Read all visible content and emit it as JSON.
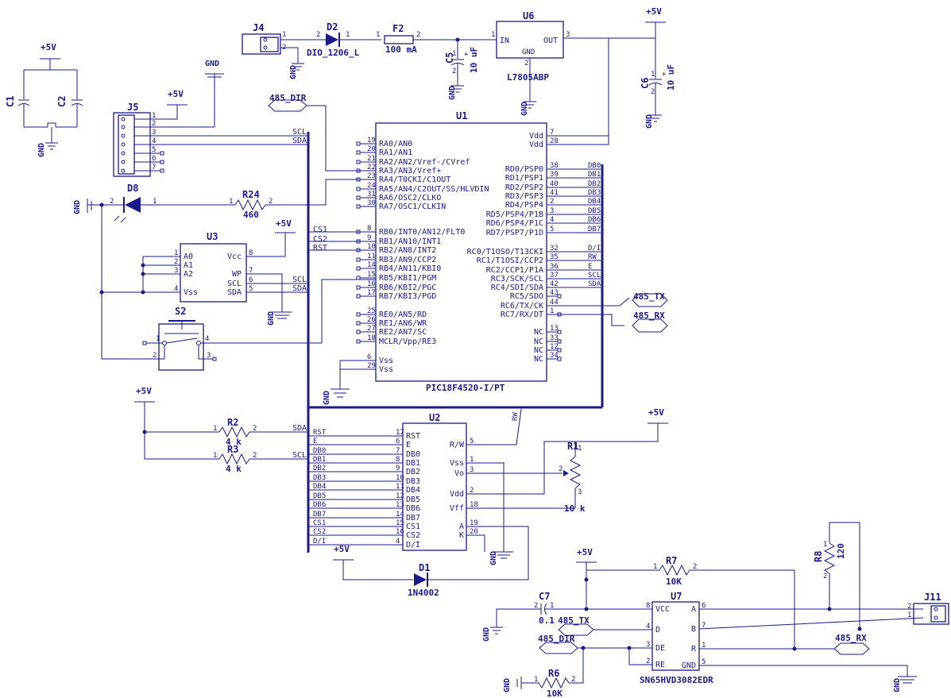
{
  "power": {
    "vcc": "+5V",
    "gnd": "GND"
  },
  "u1": {
    "ref": "U1",
    "value": "PIC18F4520-I/PT",
    "left_pins": [
      [
        "19",
        "RA0/AN0"
      ],
      [
        "20",
        "RA1/AN1"
      ],
      [
        "21",
        "RA2/AN2/Vref-/CVref"
      ],
      [
        "22",
        "RA3/AN3/Vref+"
      ],
      [
        "23",
        "RA4/T0CKI/C1OUT"
      ],
      [
        "24",
        "RA5/AN4/C2OUT/SS/HLVDIN"
      ],
      [
        "31",
        "RA6/OSC2/CLKO"
      ],
      [
        "30",
        "RA7/OSC1/CLKIN"
      ],
      [
        "8",
        "RB0/INT0/AN12/FLT0"
      ],
      [
        "9",
        "RB1/AN10/INT1"
      ],
      [
        "10",
        "RB2/AN8/INT2"
      ],
      [
        "11",
        "RB3/AN9/CCP2"
      ],
      [
        "14",
        "RB4/AN11/KBI0"
      ],
      [
        "15",
        "RB5/KBI1/PGM"
      ],
      [
        "16",
        "RB6/KBI2/PGC"
      ],
      [
        "17",
        "RB7/KBI3/PGD"
      ],
      [
        "25",
        "RE0/AN5/RD"
      ],
      [
        "26",
        "RE1/AN6/WR"
      ],
      [
        "27",
        "RE2/AN7/SC"
      ],
      [
        "18",
        "MCLR/Vpp/RE3"
      ],
      [
        "6",
        "Vss"
      ],
      [
        "29",
        "Vss"
      ]
    ],
    "right_pins": [
      [
        "7",
        "Vdd",
        ""
      ],
      [
        "28",
        "Vdd",
        ""
      ],
      [
        "38",
        "RD0/PSP0",
        "DB0"
      ],
      [
        "39",
        "RD1/PSP1",
        "DB1"
      ],
      [
        "40",
        "RD2/PSP2",
        "DB2"
      ],
      [
        "41",
        "RD3/PSP3",
        "DB3"
      ],
      [
        "2",
        "RD4/PSP4",
        "DB4"
      ],
      [
        "3",
        "RD5/PSP4/P1B",
        "DB5"
      ],
      [
        "4",
        "RD6/PSP4/P1C",
        "DB6"
      ],
      [
        "5",
        "RD7/PSP7/P1D",
        "DB7"
      ],
      [
        "32",
        "RC0/T1OSO/T13CKI",
        "D/I"
      ],
      [
        "35",
        "RC1/T1OSI/CCP2",
        "RW"
      ],
      [
        "36",
        "RC2/CCP1/P1A",
        "E"
      ],
      [
        "37",
        "RC3/SCK/SCL",
        "SCL"
      ],
      [
        "42",
        "RC4/SDI/SDA",
        "SDA"
      ],
      [
        "43",
        "RC5/SDO",
        ""
      ],
      [
        "44",
        "RC6/TX/CK",
        ""
      ],
      [
        "1",
        "RC7/RX/DT",
        ""
      ],
      [
        "13",
        "NC",
        ""
      ],
      [
        "33",
        "NC",
        ""
      ],
      [
        "12",
        "NC",
        ""
      ],
      [
        "34",
        "NC",
        ""
      ]
    ],
    "left_nets": [
      {
        "label": "CS1",
        "pin": "8"
      },
      {
        "label": "CS2",
        "pin": "9"
      },
      {
        "label": "RST",
        "pin": "10"
      }
    ]
  },
  "u2": {
    "ref": "U2",
    "left_pins": [
      [
        "17",
        "RST",
        "RST"
      ],
      [
        "6",
        "E",
        "E"
      ],
      [
        "7",
        "DB0",
        "DB0"
      ],
      [
        "8",
        "DB1",
        "DB1"
      ],
      [
        "9",
        "DB2",
        "DB2"
      ],
      [
        "10",
        "DB3",
        "DB3"
      ],
      [
        "11",
        "DB4",
        "DB4"
      ],
      [
        "12",
        "DB5",
        "DB5"
      ],
      [
        "13",
        "DB6",
        "DB6"
      ],
      [
        "14",
        "DB7",
        "DB7"
      ],
      [
        "15",
        "CS1",
        "CS1"
      ],
      [
        "16",
        "CS2",
        "CS2"
      ],
      [
        "4",
        "D/I",
        "D/I"
      ]
    ],
    "right_pins": [
      [
        "5",
        "R/W"
      ],
      [
        "1",
        "Vss"
      ],
      [
        "3",
        "Vo"
      ],
      [
        "2",
        "Vdd"
      ],
      [
        "18",
        "Vff"
      ],
      [
        "19",
        "A"
      ],
      [
        "20",
        "K"
      ]
    ],
    "rw_net": "RW"
  },
  "u3": {
    "ref": "U3",
    "left_pins": [
      [
        "1",
        "A0"
      ],
      [
        "2",
        "A1"
      ],
      [
        "3",
        "A2"
      ],
      [
        "4",
        "Vss"
      ]
    ],
    "right_pins": [
      [
        "8",
        "Vcc",
        ""
      ],
      [
        "7",
        "WP",
        ""
      ],
      [
        "6",
        "SCL",
        "SCL"
      ],
      [
        "5",
        "SDA",
        "SDA"
      ]
    ]
  },
  "u6": {
    "ref": "U6",
    "value": "L7805ABP",
    "pin_in": "IN",
    "pin_out": "OUT",
    "pin_gnd": "GND",
    "n_in": "1",
    "n_out": "3",
    "n_gnd": "2"
  },
  "u7": {
    "ref": "U7",
    "value": "SN65HVD3082EDR",
    "left_pins": [
      [
        "8",
        "VCC"
      ],
      [
        "4",
        "D"
      ],
      [
        "3",
        "DE"
      ],
      [
        "2",
        "RE"
      ]
    ],
    "right_pins": [
      [
        "6",
        "A"
      ],
      [
        "7",
        "B"
      ],
      [
        "1",
        "R"
      ],
      [
        "5",
        "GND"
      ]
    ]
  },
  "j4": {
    "ref": "J4",
    "p1": "1",
    "p2": "2"
  },
  "j5": {
    "ref": "J5",
    "pins": [
      "1",
      "2",
      "3",
      "4",
      "5",
      "6",
      "7"
    ],
    "nets": {
      "p3": "SCL",
      "p4": "SDA"
    }
  },
  "j11": {
    "ref": "J11",
    "p1": "1",
    "p2": "2"
  },
  "d1": {
    "ref": "D1",
    "value": "1N4002"
  },
  "d2": {
    "ref": "D2",
    "value": "DIO_1206_L",
    "p1": "2",
    "p2": "1"
  },
  "d8": {
    "ref": "D8",
    "p1": "2",
    "p2": "1"
  },
  "f2": {
    "ref": "F2",
    "value": "100 mA",
    "p1": "1",
    "p2": "2"
  },
  "c1": {
    "ref": "C1"
  },
  "c2": {
    "ref": "C2"
  },
  "c5": {
    "ref": "C5",
    "value": "10 uF",
    "plus": "+",
    "p1": "1",
    "p2": "2"
  },
  "c6": {
    "ref": "C6",
    "value": "10 uF",
    "plus": "+",
    "p1": "1",
    "p2": "2"
  },
  "c7": {
    "ref": "C7",
    "value": "0.1",
    "p1": "1",
    "p2": "2"
  },
  "r1": {
    "ref": "R1",
    "value": "10 k",
    "p1": "1",
    "p2": "2",
    "p3": "3"
  },
  "r2": {
    "ref": "R2",
    "value": "4 k",
    "p1": "1",
    "p2": "2",
    "net": "SDA"
  },
  "r3": {
    "ref": "R3",
    "value": "4 k",
    "p1": "1",
    "p2": "2",
    "net": "SCL"
  },
  "r6": {
    "ref": "R6",
    "value": "10K",
    "p1": "1",
    "p2": "2"
  },
  "r7": {
    "ref": "R7",
    "value": "10K",
    "p1": "1",
    "p2": "2"
  },
  "r8": {
    "ref": "R8",
    "value": "120",
    "p1": "1",
    "p2": "2"
  },
  "r24": {
    "ref": "R24",
    "value": "460",
    "p1": "1",
    "p2": "2"
  },
  "s2": {
    "ref": "S2",
    "p1": "1",
    "p2": "2",
    "p3": "3",
    "p4": "4"
  },
  "nets": {
    "dir": "485_DIR",
    "tx": "485_TX",
    "rx": "485_RX"
  }
}
